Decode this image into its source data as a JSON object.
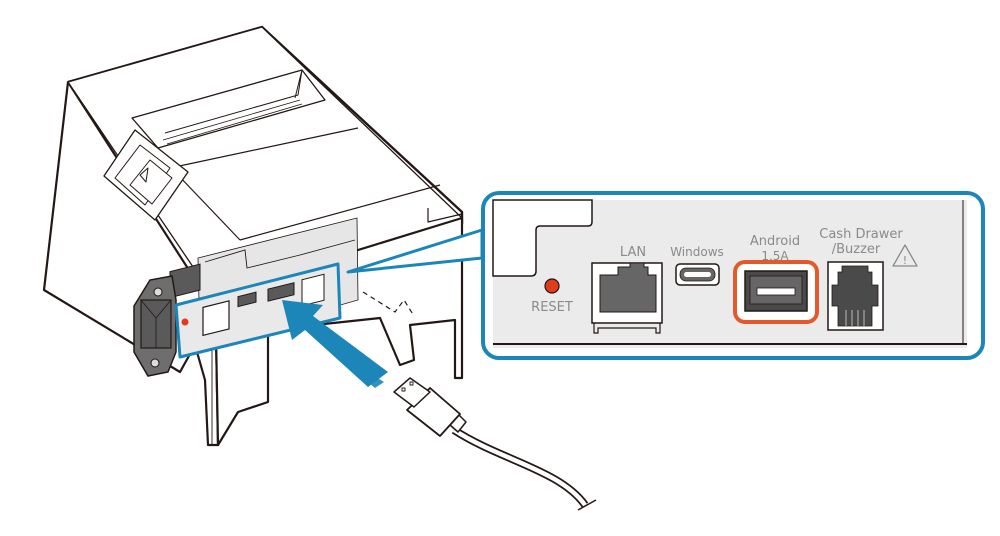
{
  "figure": {
    "title": "Connecting a USB cable to the Android USB-A port on the rear of the printer",
    "device": "Receipt printer (rear view)",
    "cable": "USB-A cable",
    "colors": {
      "callout_blue": "#1c86b8",
      "highlight_orange": "#e4592b",
      "reset_led": "#e03c1a",
      "panel_gray": "#e9e9e9",
      "line": "#231815"
    }
  },
  "callout": {
    "ports": [
      {
        "id": "reset",
        "label": "RESET",
        "icon": "reset-button-icon"
      },
      {
        "id": "lan",
        "label": "LAN",
        "icon": "rj45-port-icon"
      },
      {
        "id": "windows",
        "label": "Windows",
        "icon": "usb-c-port-icon"
      },
      {
        "id": "android",
        "label": "Android",
        "sublabel": "1.5A",
        "icon": "usb-a-port-icon",
        "highlighted": true
      },
      {
        "id": "cash_drawer",
        "label": "Cash Drawer",
        "sublabel": "/Buzzer",
        "icon": "rj12-port-icon",
        "warning": "warning-triangle-icon"
      }
    ],
    "warning_symbol": "!"
  }
}
